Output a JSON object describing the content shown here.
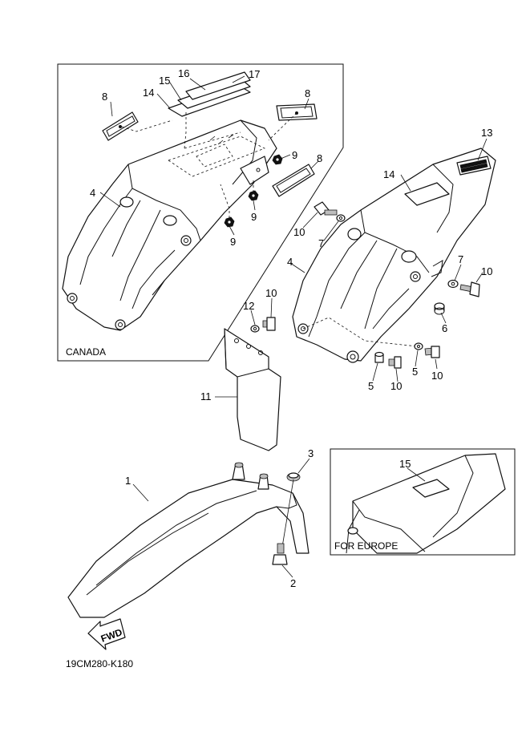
{
  "diagram": {
    "drawing_code": "19CM280-K180",
    "fwd_label": "FWD",
    "inset_canada_label": "CANADA",
    "inset_europe_label": "FOR EUROPE",
    "callouts": {
      "c8a": "8",
      "c14a": "14",
      "c15a": "15",
      "c16": "16",
      "c17": "17",
      "c8b": "8",
      "c9a": "9",
      "c8c": "8",
      "c4a": "4",
      "c9b": "9",
      "c9c": "9",
      "c13": "13",
      "c14b": "14",
      "c10a": "10",
      "c7a": "7",
      "c4b": "4",
      "c7b": "7",
      "c10b": "10",
      "c6": "6",
      "c5a": "5",
      "c10c": "10",
      "c5b": "5",
      "c10d": "10",
      "c10e": "10",
      "c12": "12",
      "c11": "11",
      "c3": "3",
      "c1": "1",
      "c2": "2",
      "c15b": "15"
    }
  }
}
